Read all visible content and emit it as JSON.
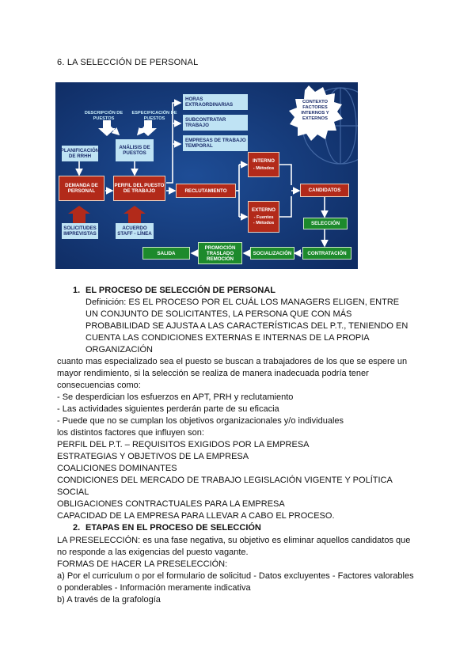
{
  "section_title": "6. LA SELECCIÓN DE PERSONAL",
  "diagram": {
    "desc_puestos": "DESCRIPCIÓN DE PUESTOS",
    "espec_puestos": "ESPECIFICACIÓN DE PUESTOS",
    "horas": "HORAS EXTRAORDINARIAS",
    "subcontratar": "SUBCONTRATAR TRABAJO",
    "empresas": "EMPRESAS DE TRABAJO TEMPORAL",
    "contexto": "CONTEXTO FACTORES INTERNOS Y EXTERNOS",
    "planificacion": "PLANIFICACIÓN DE RRHH",
    "analisis": "ANÁLISIS DE PUESTOS",
    "demanda": "DEMANDA DE PERSONAL",
    "perfil": "PERFIL DEL PUESTO DE TRABAJO",
    "reclutamiento": "RECLUTAMIENTO",
    "interno": "INTERNO",
    "interno_sub": "- Métodos",
    "externo": "EXTERNO",
    "externo_sub1": "- Fuentes",
    "externo_sub2": "- Métodos",
    "candidatos": "CANDIDATOS",
    "seleccion": "SELECCIÓN",
    "solicitudes": "SOLICITUDES IMPREVISTAS",
    "acuerdo": "ACUERDO STAFF - LÍNEA",
    "salida": "SALIDA",
    "promocion": "PROMOCIÓN TRASLADO REMOCIÓN",
    "socializacion": "SOCIALIZACIÓN",
    "contratacion": "CONTRATACIÓN"
  },
  "h1_num": "1.",
  "h1": "EL PROCESO DE SELECCIÓN DE PERSONAL",
  "def_lines": [
    "Definición: ES EL PROCESO POR EL CUÁL LOS MANAGERS ELIGEN, ENTRE",
    "UN CONJUNTO DE SOLICITANTES, LA PERSONA QUE CON MÁS",
    "PROBABILIDAD SE AJUSTA A LAS CARACTERÍSTICAS DEL P.T., TENIENDO EN",
    "CUENTA LAS CONDICIONES EXTERNAS E INTERNAS DE LA PROPIA",
    "ORGANIZACIÓN"
  ],
  "body_lines": [
    "cuanto mas especializado sea el puesto se buscan a trabajadores de los que se espere un",
    "mayor rendimiento, si la selección se realiza de manera inadecuada podría tener",
    "consecuencias como:",
    "- Se desperdician los esfuerzos en APT, PRH y reclutamiento",
    "- Las actividades siguientes perderán parte de su eficacia",
    "- Puede que no se cumplan los objetivos organizacionales y/o individuales",
    "los distintos factores que influyen son:",
    "PERFIL DEL P.T. – REQUISITOS EXIGIDOS POR LA EMPRESA",
    "ESTRATEGIAS Y OBJETIVOS DE LA EMPRESA",
    "COALICIONES DOMINANTES",
    "CONDICIONES DEL MERCADO DE TRABAJO LEGISLACIÓN VIGENTE Y POLÍTICA",
    "SOCIAL",
    "OBLIGACIONES CONTRACTUALES PARA LA EMPRESA",
    "CAPACIDAD DE LA EMPRESA PARA LLEVAR A CABO EL PROCESO."
  ],
  "h2_num": "2.",
  "h2": "ETAPAS EN EL PROCESO DE SELECCIÓN",
  "tail_lines": [
    "LA PRESELECCIÓN: es una fase negativa, su objetivo es eliminar aquellos candidatos que",
    "no responde a las exigencias del puesto vagante.",
    "FORMAS DE HACER LA PRESELECCIÓN:",
    "a) Por el curriculum o por el formulario de solicitud - Datos excluyentes - Factores valorables",
    "o ponderables - Información meramente indicativa",
    "b) A través de la grafología"
  ]
}
